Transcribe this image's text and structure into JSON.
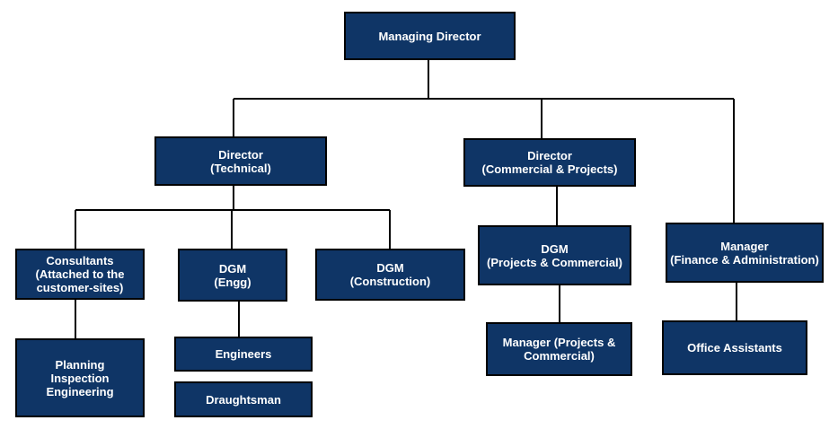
{
  "nodes": {
    "md": "Managing Director",
    "dir_tech": "Director\n(Technical)",
    "dir_comm": "Director\n(Commercial & Projects)",
    "mgr_fin": "Manager\n(Finance & Administration)",
    "consultants": "Consultants\n(Attached to the\ncustomer-sites)",
    "dgm_engg": "DGM\n(Engg)",
    "dgm_cons": "DGM\n(Construction)",
    "dgm_proj": "DGM\n(Projects & Commercial)",
    "planning": "Planning\nInspection\nEngineering",
    "engineers": "Engineers",
    "draughtsman": "Draughtsman",
    "mgr_proj": "Manager (Projects &\nCommercial)",
    "office": "Office Assistants"
  }
}
